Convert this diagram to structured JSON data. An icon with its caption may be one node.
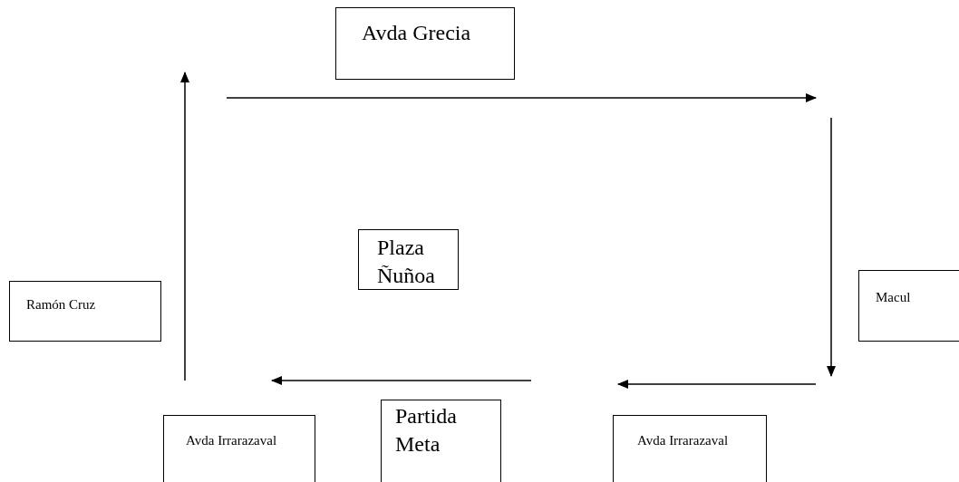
{
  "diagram": {
    "nodes": [
      {
        "text": [
          "Avda Grecia"
        ]
      },
      {
        "text": [
          "Plaza Ñuñoa"
        ]
      },
      {
        "text": [
          "Ramón Cruz"
        ]
      },
      {
        "text": [
          "Macul"
        ]
      },
      {
        "text": [
          "Avda Irrarazaval"
        ]
      },
      {
        "text": [
          "Partida Meta"
        ]
      },
      {
        "text": [
          "Avda Irrarazaval"
        ]
      }
    ]
  }
}
